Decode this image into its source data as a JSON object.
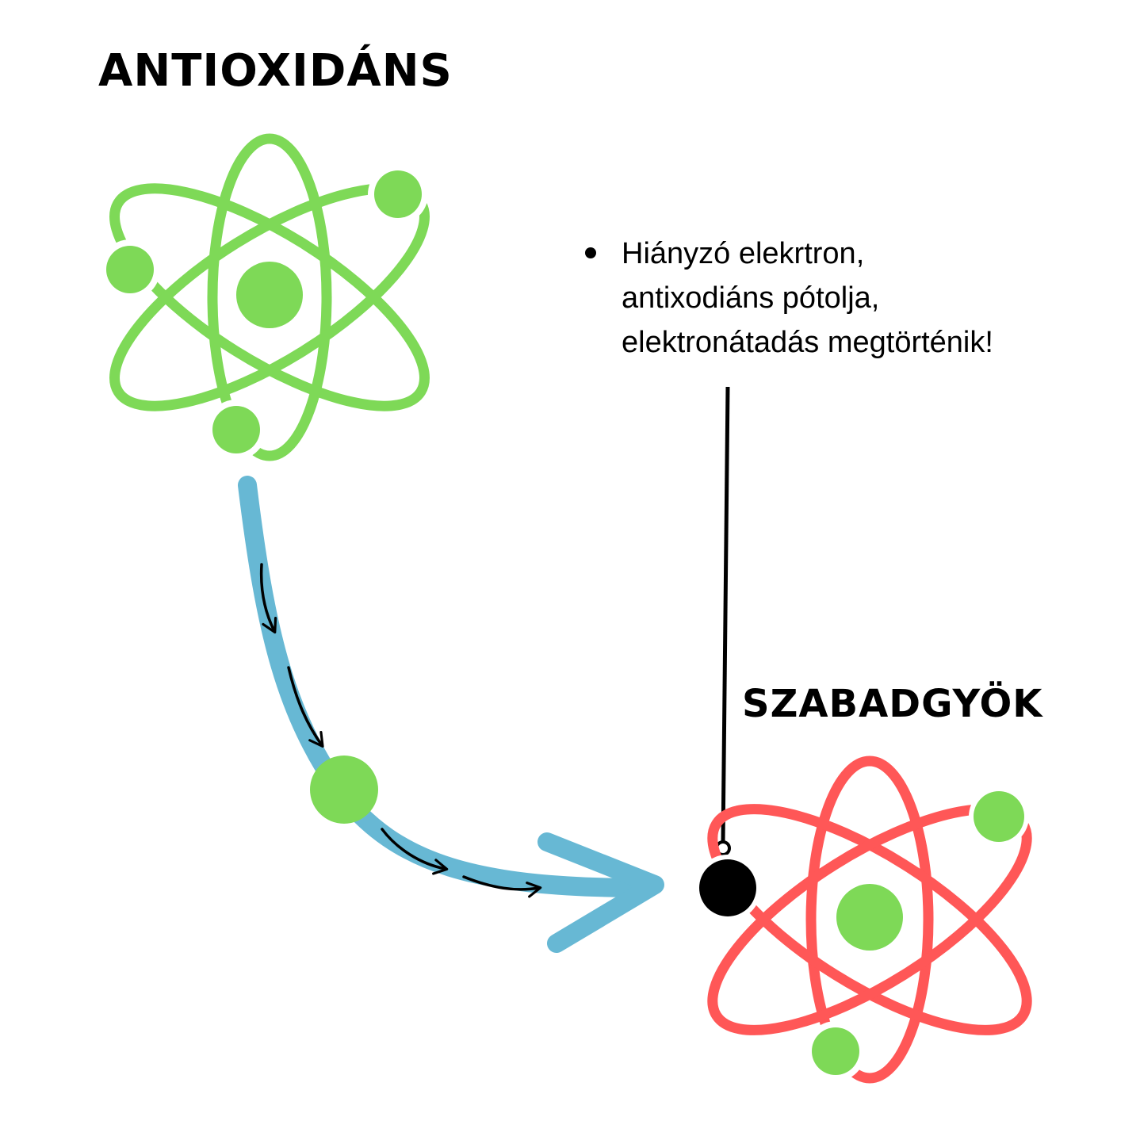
{
  "labels": {
    "antioxidant_title": "ANTIOXIDÁNS",
    "free_radical_title": "SZABADGYÖK"
  },
  "note": {
    "lines": [
      "Hiányzó elekrtron,",
      "antixodiáns pótolja,",
      "elektronátadás megtörténik!"
    ]
  },
  "colors": {
    "antioxidant_orbit": "#7ed957",
    "free_radical_orbit": "#ff5757",
    "electron": "#7ed957",
    "missing_electron": "#000000",
    "transfer_arrow": "#67b8d4",
    "motion_arrows": "#000000",
    "pointer_line": "#000000"
  },
  "icons": {
    "antioxidant": "atom-icon",
    "free_radical": "atom-icon",
    "transfer": "curved-arrow-icon",
    "missing_electron": "electron-hole-icon"
  }
}
